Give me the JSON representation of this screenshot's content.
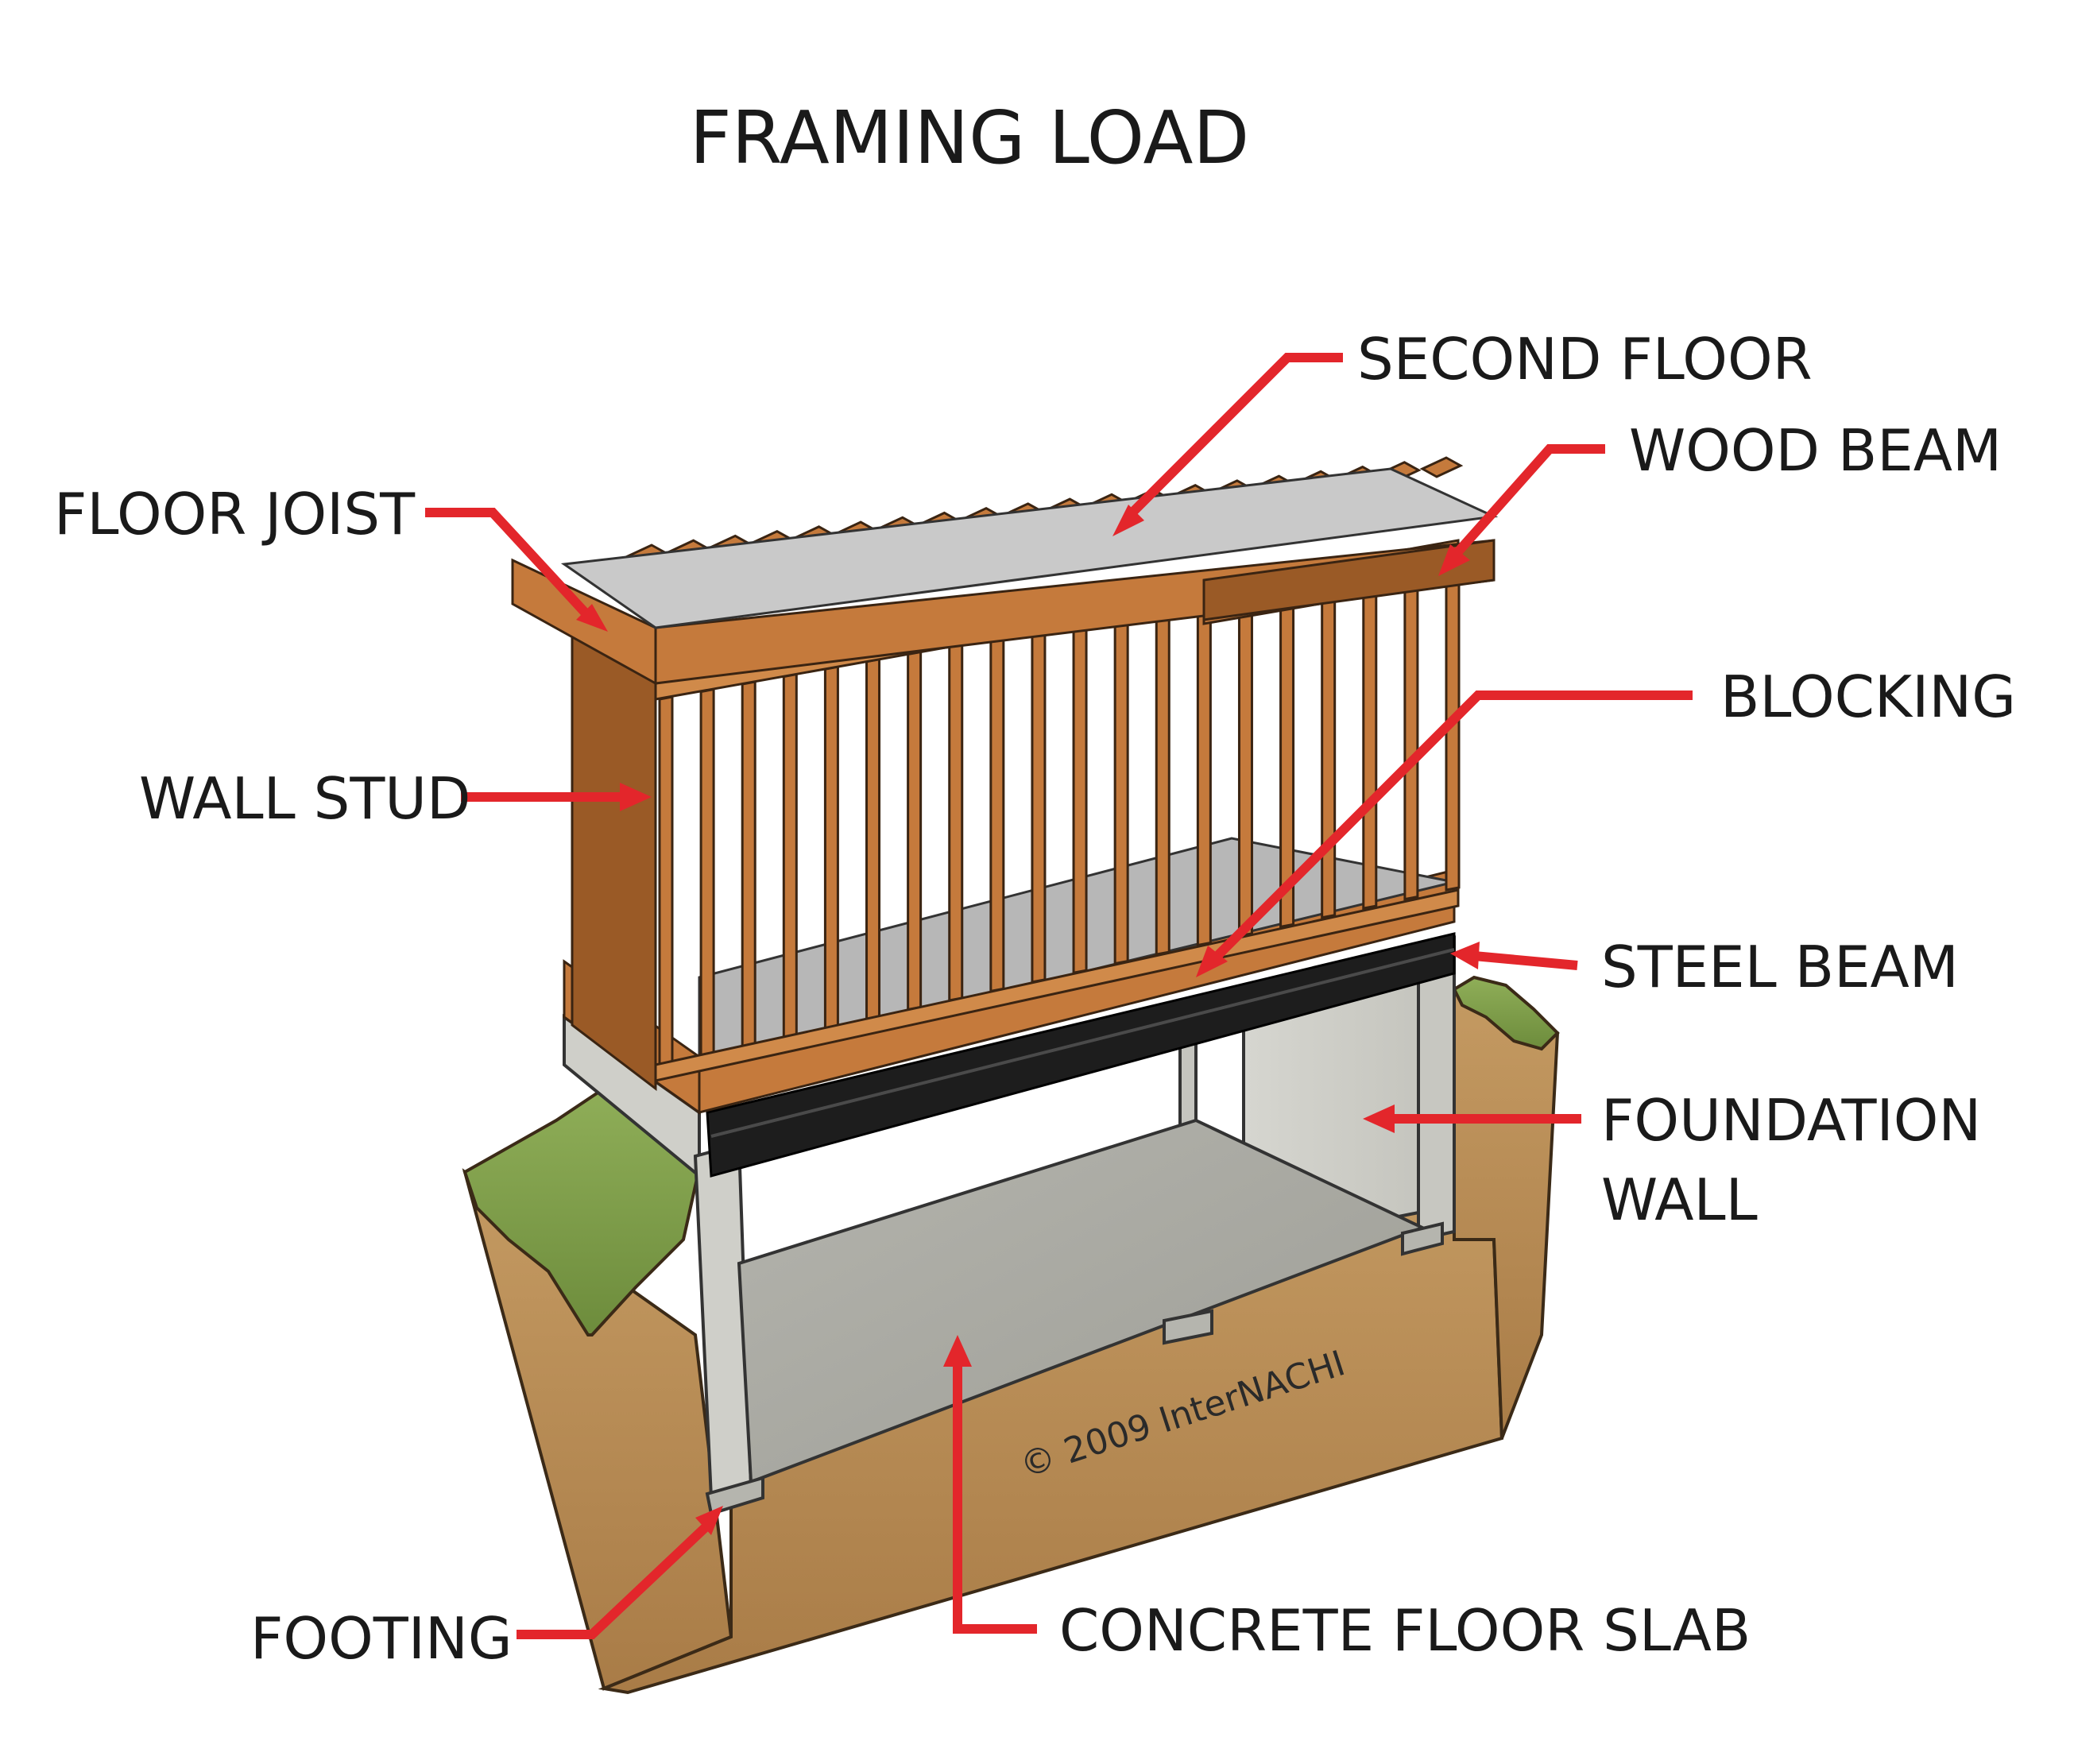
{
  "title": "FRAMING LOAD",
  "labels": {
    "second_floor": "SECOND FLOOR",
    "wood_beam": "WOOD BEAM",
    "floor_joist": "FLOOR JOIST",
    "blocking": "BLOCKING",
    "wall_stud": "WALL STUD",
    "steel_beam": "STEEL BEAM",
    "foundation_wall_line1": "FOUNDATION",
    "foundation_wall_line2": "WALL",
    "footing": "FOOTING",
    "concrete_floor_slab": "CONCRETE FLOOR SLAB"
  },
  "watermark": "© 2009  InterNACHI",
  "colors": {
    "arrow": "#e3262b",
    "wood": "#c57a3c",
    "soil": "#b98c55",
    "concrete": "#bfbfb8",
    "steel": "#1d1d1d",
    "grass": "#7f9d4a",
    "subfloor": "#c9c9c9"
  }
}
